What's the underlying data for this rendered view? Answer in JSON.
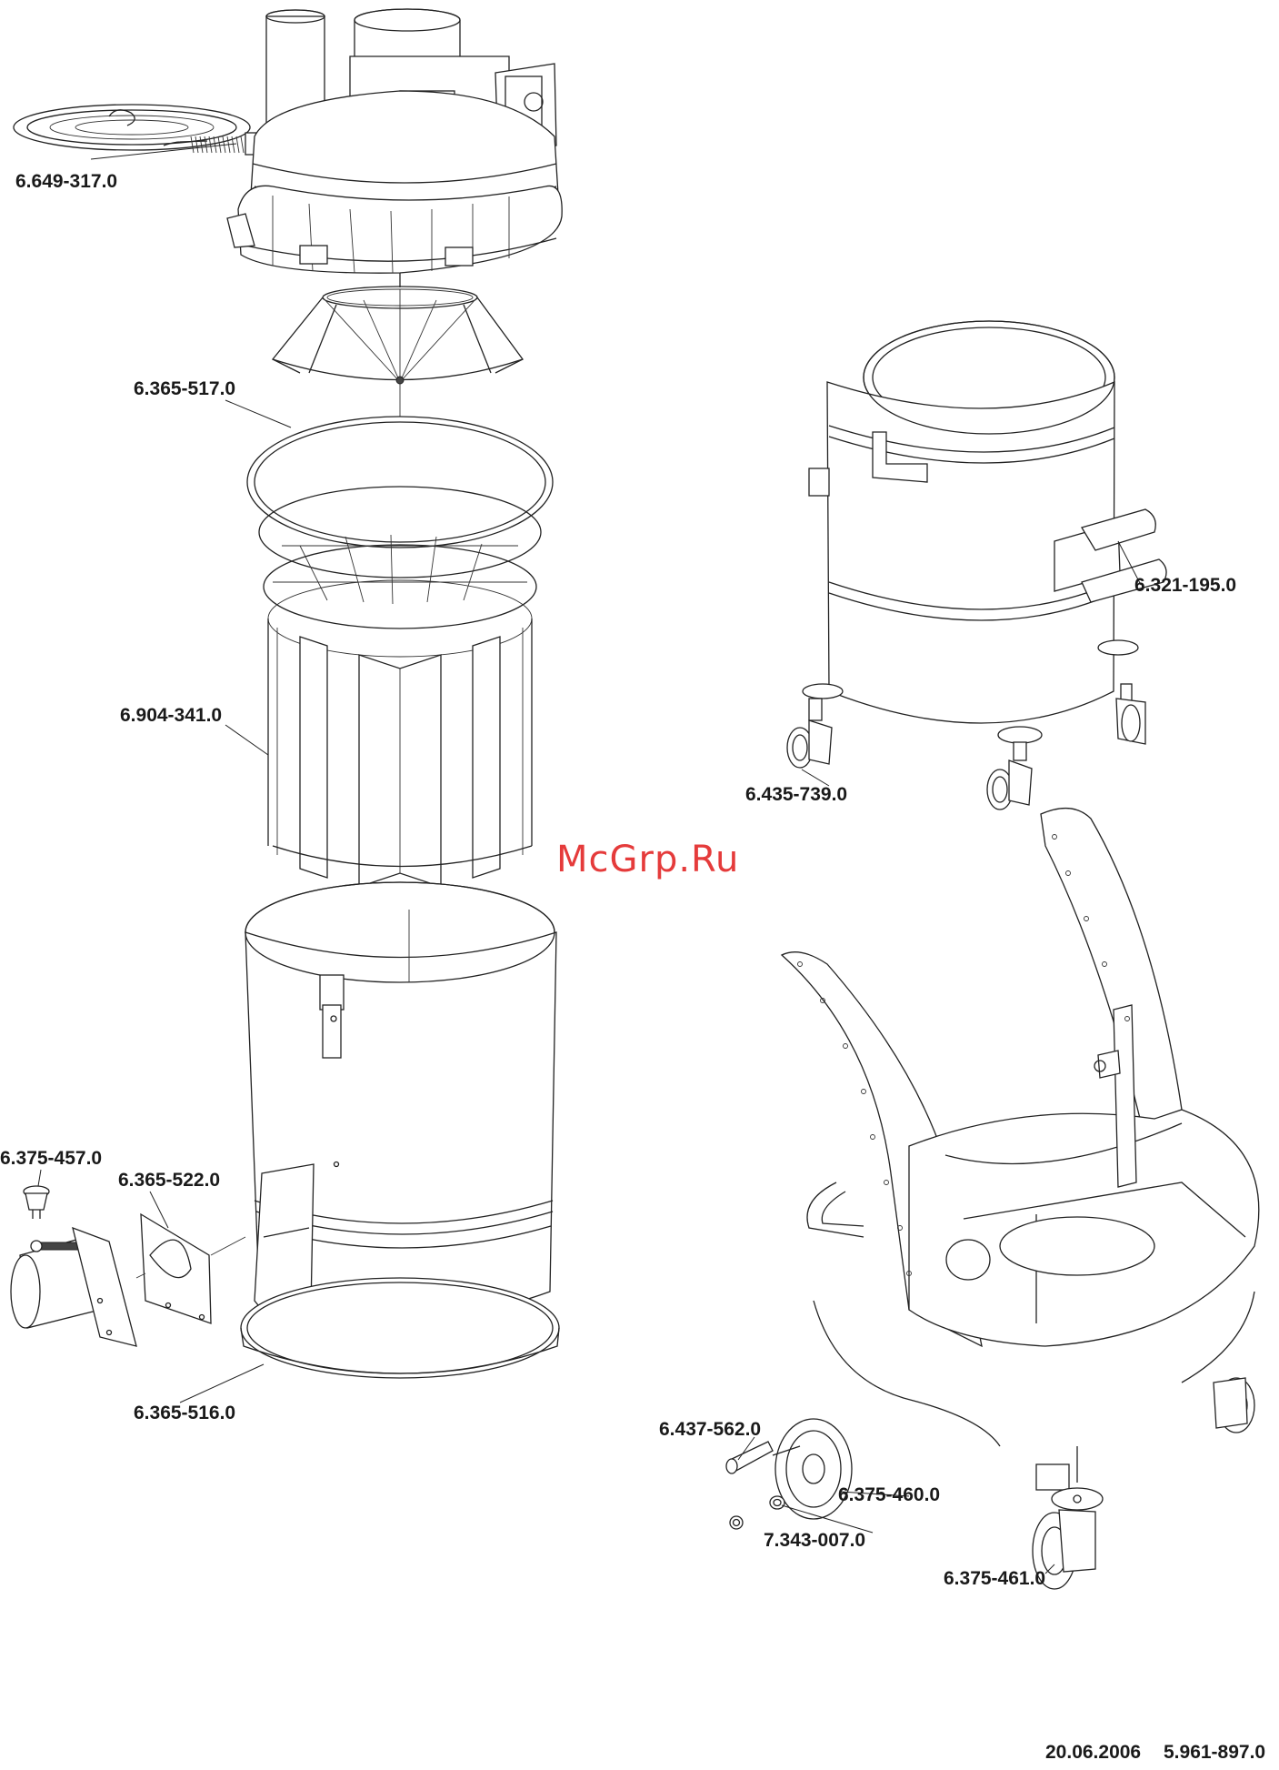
{
  "watermark": "McGrp.Ru",
  "footer": {
    "date": "20.06.2006",
    "doc_number": "5.961-897.0"
  },
  "parts": [
    {
      "id": "p1",
      "number": "6.649-317.0"
    },
    {
      "id": "p2",
      "number": "6.365-517.0"
    },
    {
      "id": "p3",
      "number": "6.904-341.0"
    },
    {
      "id": "p4",
      "number": "6.375-457.0"
    },
    {
      "id": "p5",
      "number": "6.365-522.0"
    },
    {
      "id": "p6",
      "number": "6.365-516.0"
    },
    {
      "id": "p7",
      "number": "6.321-195.0"
    },
    {
      "id": "p8",
      "number": "6.435-739.0"
    },
    {
      "id": "p9",
      "number": "6.437-562.0"
    },
    {
      "id": "p10",
      "number": "6.375-460.0"
    },
    {
      "id": "p11",
      "number": "7.343-007.0"
    },
    {
      "id": "p12",
      "number": "6.375-461.0"
    }
  ]
}
